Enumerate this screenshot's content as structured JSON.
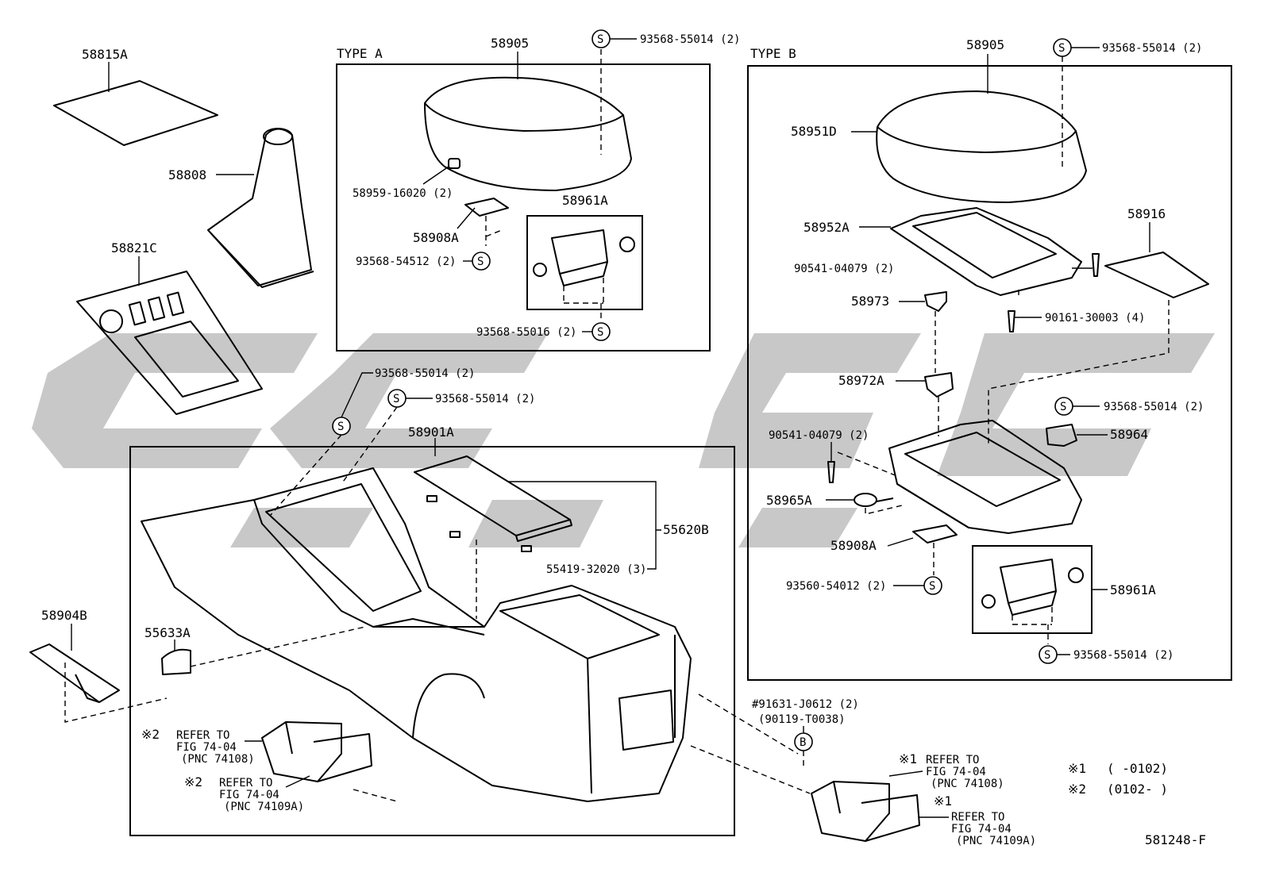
{
  "watermark_color": "#9a9a9a",
  "groups": {
    "type_a": "TYPE A",
    "type_b": "TYPE B"
  },
  "labels": {
    "p58815a": "58815A",
    "p58808": "58808",
    "p58821c": "58821C",
    "p58905_a": "58905",
    "p93568_55014_a_top": "93568-55014 (2)",
    "p58959": "58959-16020 (2)",
    "p58961a_a": "58961A",
    "p58908a_a": "58908A",
    "p93568_54512": "93568-54512 (2)",
    "p93568_55016": "93568-55016 (2)",
    "p93568_55014_mid1": "93568-55014 (2)",
    "p93568_55014_mid2": "93568-55014 (2)",
    "p58901a": "58901A",
    "p55620b": "55620B",
    "p55419": "55419-32020 (3)",
    "p58904b": "58904B",
    "p55633a": "55633A",
    "p58905_b": "58905",
    "p93568_55014_b_top": "93568-55014 (2)",
    "p58951d": "58951D",
    "p58952a": "58952A",
    "p90541_a": "90541-04079 (2)",
    "p58916": "58916",
    "p58973": "58973",
    "p90161": "90161-30003 (4)",
    "p58972a": "58972A",
    "p93568_55014_b_mid": "93568-55014 (2)",
    "p90541_b": "90541-04079 (2)",
    "p58964": "58964",
    "p58965a": "58965A",
    "p58908a_b": "58908A",
    "p93560_54012": "93560-54012 (2)",
    "p58961a_b": "58961A",
    "p93568_55014_b_bot": "93568-55014 (2)",
    "p91631": "#91631-J0612 (2)",
    "p90119": "(90119-T0038)",
    "fig_code": "581248-F"
  },
  "symbols": {
    "s": "S",
    "b": "B"
  },
  "refs": {
    "ref2a": {
      "mark": "※2",
      "line1": "REFER TO",
      "line2": "FIG 74-04",
      "line3": "(PNC 74108)"
    },
    "ref2b": {
      "mark": "※2",
      "line1": "REFER TO",
      "line2": "FIG 74-04",
      "line3": "(PNC 74109A)"
    },
    "ref1a": {
      "mark": "※1",
      "line1": "REFER TO",
      "line2": "FIG 74-04",
      "line3": "(PNC 74108)"
    },
    "ref1b": {
      "mark": "※1",
      "line1": "REFER TO",
      "line2": "FIG 74-04",
      "line3": "(PNC 74109A)"
    }
  },
  "legend": {
    "note1_mark": "※1",
    "note1_text": "(      -0102)",
    "note2_mark": "※2",
    "note2_text": "(0102-      )"
  }
}
